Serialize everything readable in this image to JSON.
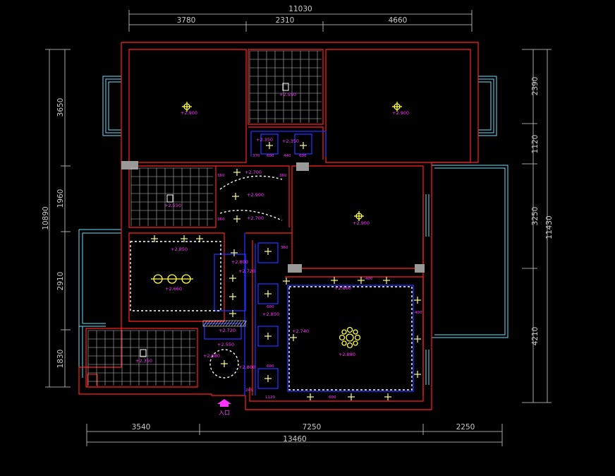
{
  "dimensions": {
    "top_total": "11030",
    "top_segments": [
      "3780",
      "2310",
      "4660"
    ],
    "bottom_total": "13460",
    "bottom_segments": [
      "3540",
      "7250",
      "2250"
    ],
    "left_total": "10890",
    "left_segments": [
      "3650",
      "1960",
      "2910",
      "1830"
    ],
    "right_total": "11430",
    "right_segments": [
      "2390",
      "1120",
      "3250",
      "4210"
    ]
  },
  "levels": {
    "bedroom_left": "+2.900",
    "bath_top": "+2.550",
    "bedroom_right": "+2.900",
    "closet": "+2.350",
    "closet_b": "+2.350",
    "bath_left": "+2.550",
    "corridor_a": "+2.700",
    "corridor_b": "+2.900",
    "corridor_c": "+2.700",
    "study": "+2.900",
    "dining": "+2.850",
    "dining_inner": "+2.660",
    "hall_a": "+2.800",
    "hall_b": "+2.720",
    "living": "+2.860",
    "living_inner": "+2.880",
    "aisle_a": "+2.850",
    "aisle_b": "+2.740",
    "aisle_c": "+2.720",
    "kitchen": "+2.350",
    "entry_a": "+2.550",
    "entry_b": "+2.680",
    "entry_c": "+2.800"
  },
  "small_dims": [
    "370",
    "600",
    "440",
    "600",
    "360",
    "360",
    "360",
    "600",
    "600",
    "400",
    "600",
    "1120",
    "400",
    "245",
    "360"
  ],
  "entrance_label": "入口",
  "colors": {
    "wall": "#ff2020",
    "window": "#66e0ff",
    "ceiling_edge": "#2030ff",
    "text": "#ff33ff",
    "lamp": "#ffff40"
  }
}
